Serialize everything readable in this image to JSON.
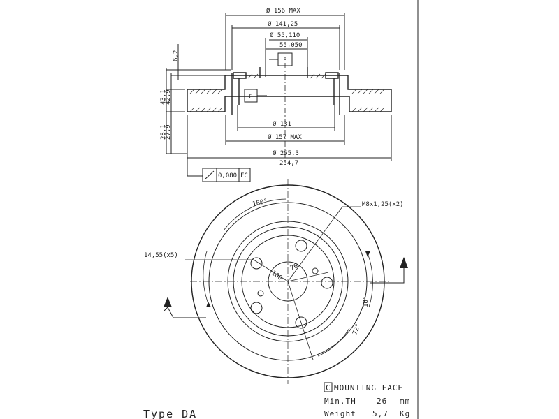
{
  "section_view": {
    "dim_outer_hat_max": "Ø 156 MAX",
    "dim_hat_141": "Ø 141,25",
    "dim_bore_max": "Ø 55,110",
    "dim_bore_min": "55,050",
    "dim_hat_inner": "Ø 131",
    "dim_hat_157": "Ø 157 MAX",
    "dim_disc_max": "Ø 255,3",
    "dim_disc_min": "254,7",
    "dim_thickness_hub": "6,2",
    "dim_height_max": "43,1",
    "dim_height_min": "42,9",
    "dim_offset_max": "28,1",
    "dim_offset_min": "27,9",
    "label_f": "F",
    "label_c": "C",
    "tolerance_value": "0,080",
    "tolerance_ref": "FC"
  },
  "front_view": {
    "angle_180": "180°",
    "thread_spec": "M8x1,25(x2)",
    "hole_spec": "14,55(x5)",
    "pcd": "100",
    "center_bore": "76",
    "angle_18": "18°",
    "angle_72": "72°"
  },
  "notes": {
    "mounting_face_symbol": "C",
    "mounting_face": "MOUNTING FACE",
    "min_th_label": "Min.TH",
    "min_th_value": "26",
    "min_th_unit": "mm",
    "weight_label": "Weight",
    "weight_value": "5,7",
    "weight_unit": "Kg",
    "type_label": "Type DA"
  },
  "colors": {
    "ink": "#222222",
    "background": "#ffffff"
  }
}
